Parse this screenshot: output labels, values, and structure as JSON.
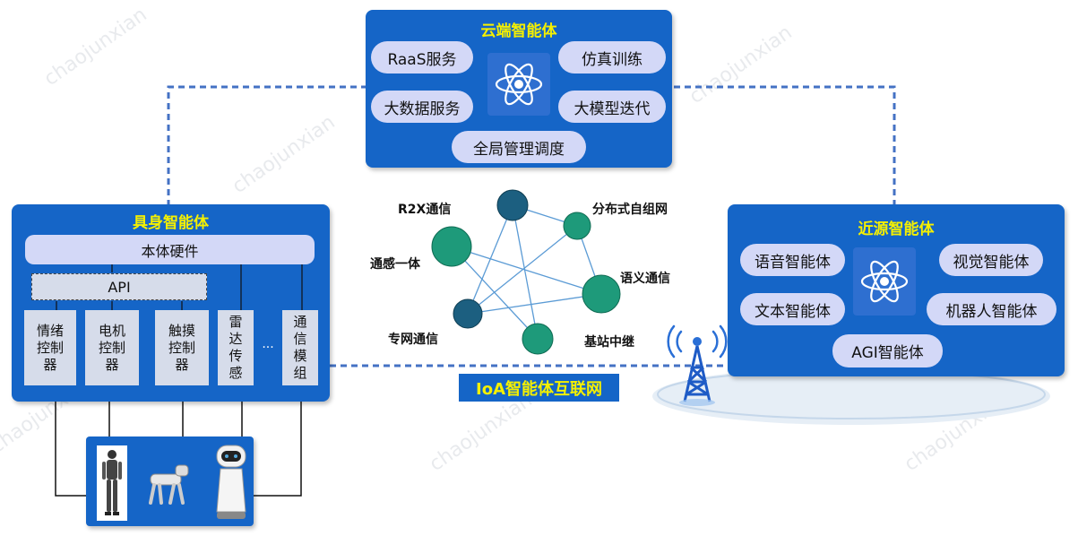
{
  "cloud": {
    "title": "云端智能体",
    "items": [
      "RaaS服务",
      "仿真训练",
      "大数据服务",
      "大模型迭代",
      "全局管理调度"
    ],
    "icon": "atom-icon"
  },
  "embodied": {
    "title": "具身智能体",
    "hardware": "本体硬件",
    "api": "API",
    "modules": [
      "情绪控制器",
      "电机控制器",
      "触摸控制器",
      "雷达传感",
      "...",
      "通信模组"
    ],
    "robots": [
      "humanoid-robot",
      "robot-dog",
      "service-robot"
    ]
  },
  "edge": {
    "title": "近源智能体",
    "items": [
      "语音智能体",
      "视觉智能体",
      "文本智能体",
      "机器人智能体",
      "AGI智能体"
    ],
    "icon": "atom-icon",
    "tower": "signal-tower-icon"
  },
  "network": {
    "label": "IoA智能体互联网",
    "nodes": [
      "R2X通信",
      "分布式自组网",
      "通感一体",
      "语义通信",
      "专网通信",
      "基站中继"
    ]
  },
  "watermark": "chaojunxian",
  "colors": {
    "panel": "#1565c7",
    "title": "#f5f000",
    "pill": "#d3d8f7",
    "node_dark": "#1c5f80",
    "node_green": "#1e9a7a",
    "dash": "#4472c4"
  }
}
